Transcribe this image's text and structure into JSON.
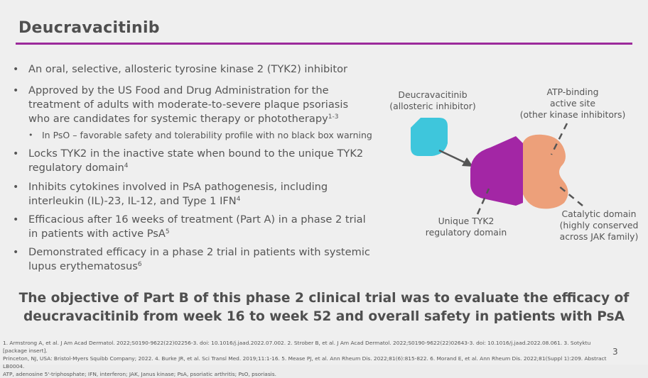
{
  "title": "Deucravacitinib",
  "bullets": [
    {
      "lines": [
        "An oral, selective, allosteric tyrosine kinase 2 (TYK2) inhibitor"
      ],
      "sup": ""
    },
    {
      "lines": [
        "Approved by the US Food and Drug Administration for the",
        "treatment of adults with moderate-to-severe plaque psoriasis",
        "who are candidates for systemic therapy or phototherapy"
      ],
      "sup": "1-3"
    },
    {
      "lines": [
        "In PsO – favorable safety and tolerability profile with no black box warning"
      ],
      "sup": ""
    },
    {
      "lines": [
        "Locks TYK2 in the inactive state when bound to the unique TYK2",
        "regulatory domain"
      ],
      "sup": "4"
    },
    {
      "lines": [
        "Inhibits cytokines involved in PsA pathogenesis, including",
        "interleukin (IL)-23, IL-12, and Type 1 IFN"
      ],
      "sup": "4"
    },
    {
      "lines": [
        "Efficacious after 16 weeks of treatment (Part A) in a phase 2 trial",
        "in patients with active PsA"
      ],
      "sup": "5"
    },
    {
      "lines": [
        "Demonstrated efficacy in a phase 2 trial in patients with systemic",
        "lupus erythematosus"
      ],
      "sup": "6"
    }
  ],
  "bullet_marker": "•",
  "diagram": {
    "label_inhibitor": [
      "Deucravacitinib",
      "(allosteric inhibitor)"
    ],
    "label_atp": [
      "ATP-binding",
      "active site",
      "(other kinase inhibitors)"
    ],
    "label_regulatory": [
      "Unique TYK2",
      "regulatory domain"
    ],
    "label_catalytic": [
      "Catalytic domain",
      "(highly conserved",
      "across JAK family)"
    ],
    "colors": {
      "inhibitor": "#3ec6dc",
      "regulatory": "#a326a5",
      "catalytic": "#eda07a",
      "arrow": "#555555",
      "dash": "#555555"
    }
  },
  "objective": [
    "The objective of Part B of this phase 2 clinical trial was to evaluate the efficacy of",
    "deucravacitinib from week 16 to week 52 and overall safety in patients with PsA"
  ],
  "references": [
    "1. Armstrong A, et al. J Am Acad Dermatol. 2022;S0190-9622(22)02256-3. doi: 10.1016/j.jaad.2022.07.002. 2. Strober B, et al. J Am Acad Dermatol. 2022;S0190-9622(22)02643-3. doi: 10.1016/j.jaad.2022.08.061. 3. Sotyktu [package insert].",
    "Princeton, NJ, USA: Bristol-Myers Squibb Company; 2022. 4. Burke JR, et al. Sci Transl Med. 2019;11:1-16. 5. Mease PJ, et al. Ann Rheum Dis. 2022;81(6):815-822. 6. Morand E, et al. Ann Rheum Dis. 2022;81(Suppl 1):209. Abstract LB0004.",
    "ATP, adenosine 5'-triphosphate; IFN, interferon; JAK, Janus kinase; PsA, psoriatic arthritis; PsO, psoriasis."
  ],
  "page_number": "3",
  "accent_color": "#9c2a9b"
}
